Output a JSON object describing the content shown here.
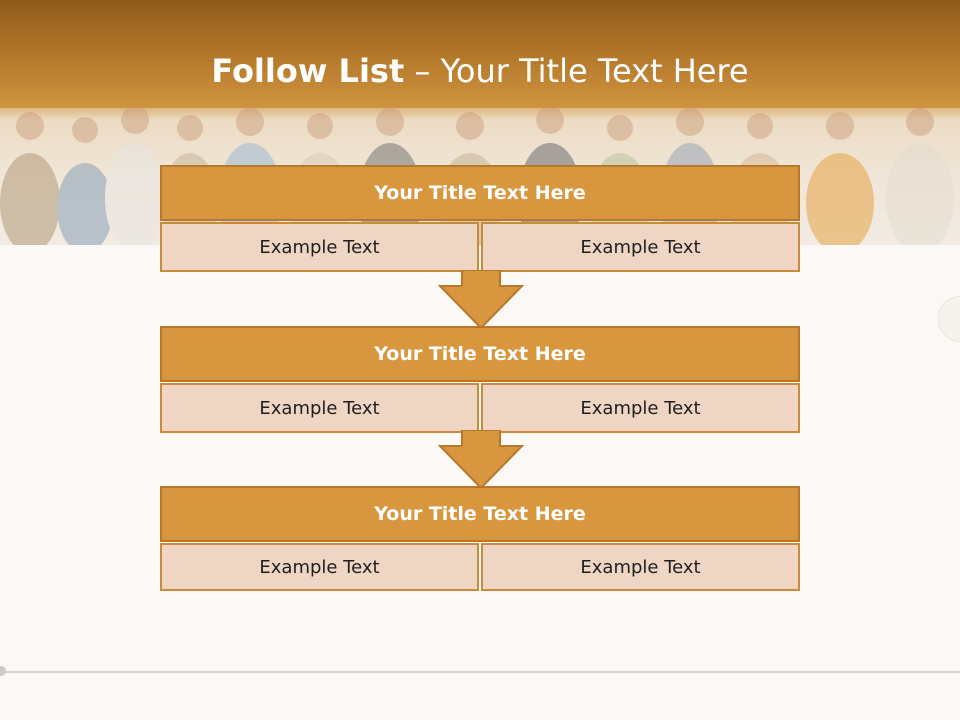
{
  "header": {
    "title_bold": "Follow List",
    "title_rest": "– Your Title Text Here"
  },
  "colors": {
    "title_fill": "#d8963f",
    "title_border": "#b8782b",
    "cell_fill": "#efd6c4",
    "cell_border": "#c98a3b",
    "arrow_fill": "#d8963f"
  },
  "steps": [
    {
      "title": "Your Title Text Here",
      "left": "Example Text",
      "right": "Example Text"
    },
    {
      "title": "Your Title Text Here",
      "left": "Example Text",
      "right": "Example Text"
    },
    {
      "title": "Your Title Text Here",
      "left": "Example Text",
      "right": "Example Text"
    }
  ]
}
